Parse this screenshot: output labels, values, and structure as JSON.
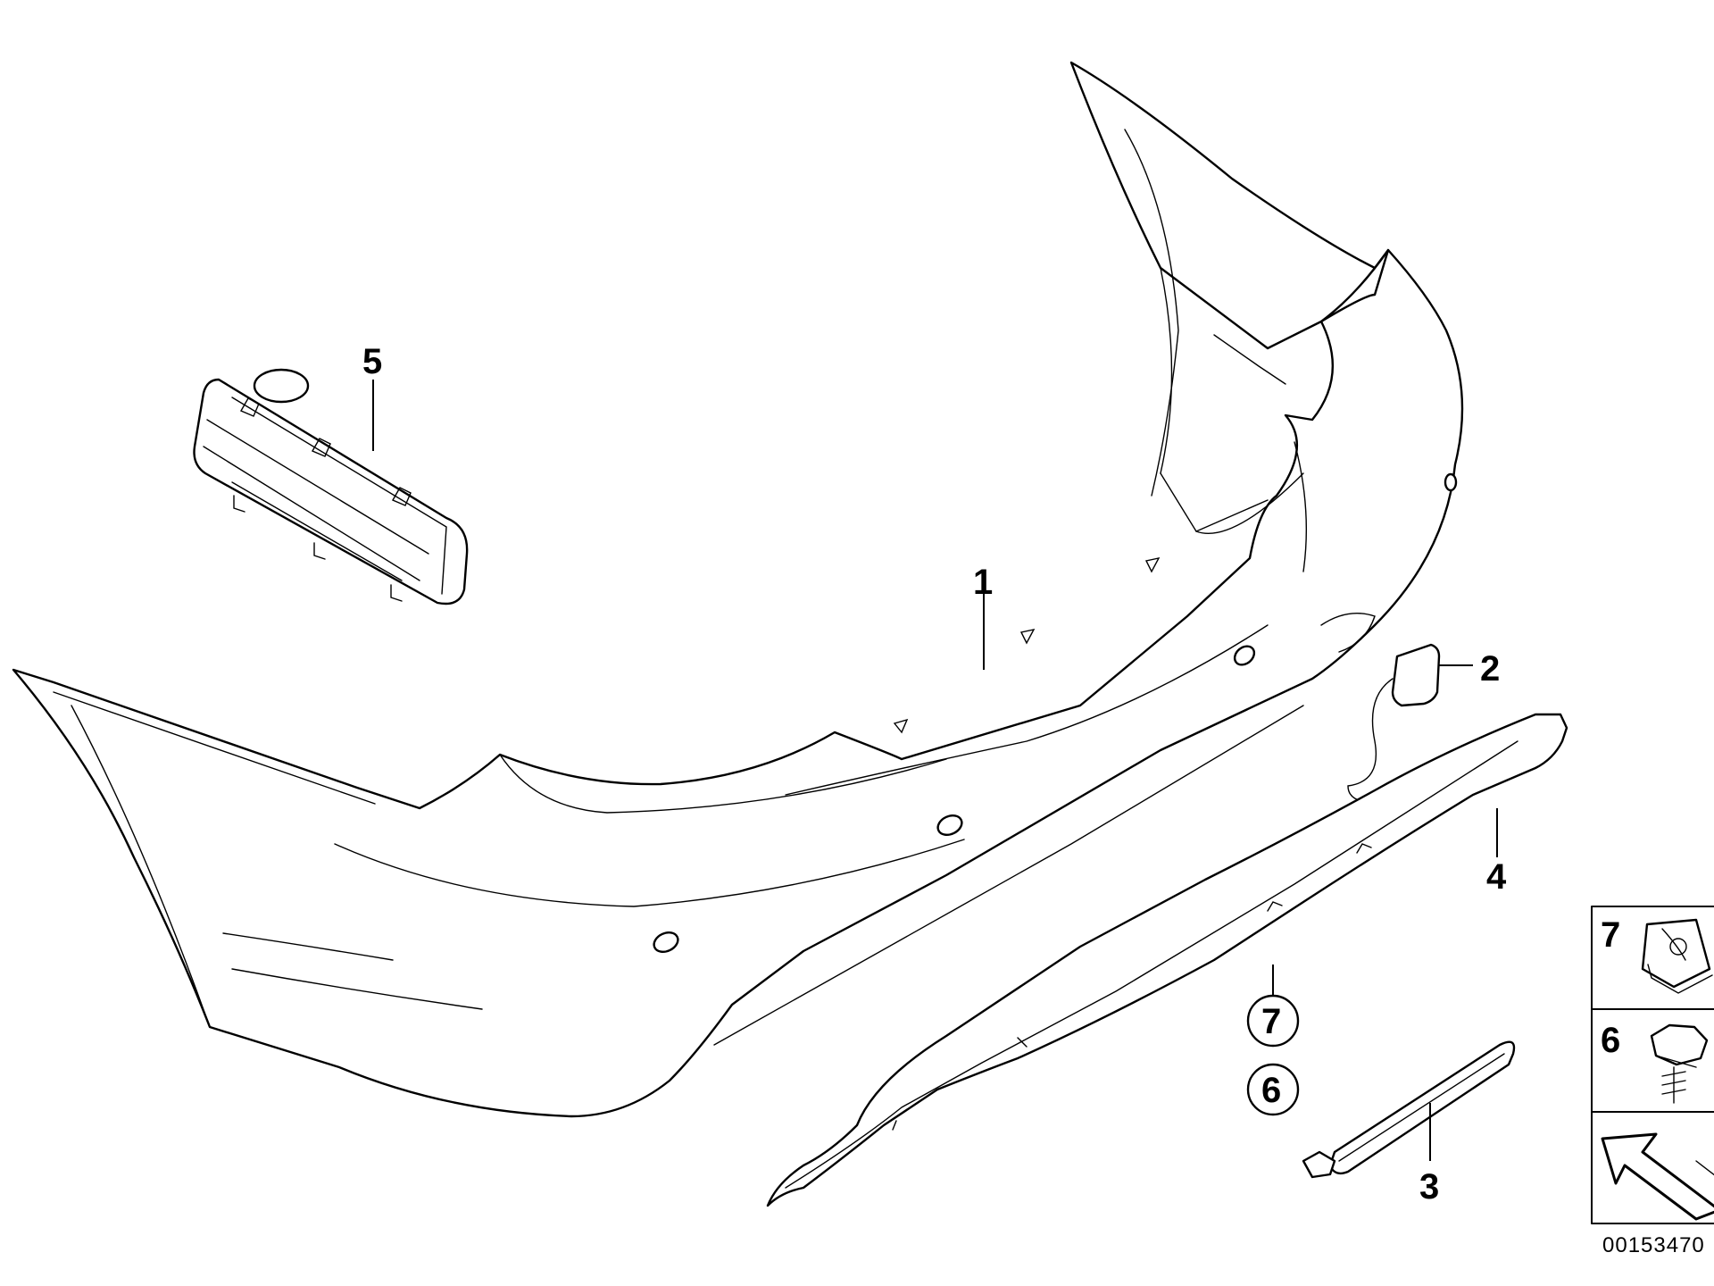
{
  "callouts": {
    "bumper_panel": "1",
    "cover_cap": "2",
    "trim_strip": "3",
    "lower_trim": "4",
    "reflector": "5",
    "circled_7": "7",
    "circled_6": "6"
  },
  "fastener_legend": {
    "clip_number": "7",
    "screw_number": "6"
  },
  "reference_number": "00153470",
  "colors": {
    "line": "#000000",
    "background": "#ffffff"
  }
}
